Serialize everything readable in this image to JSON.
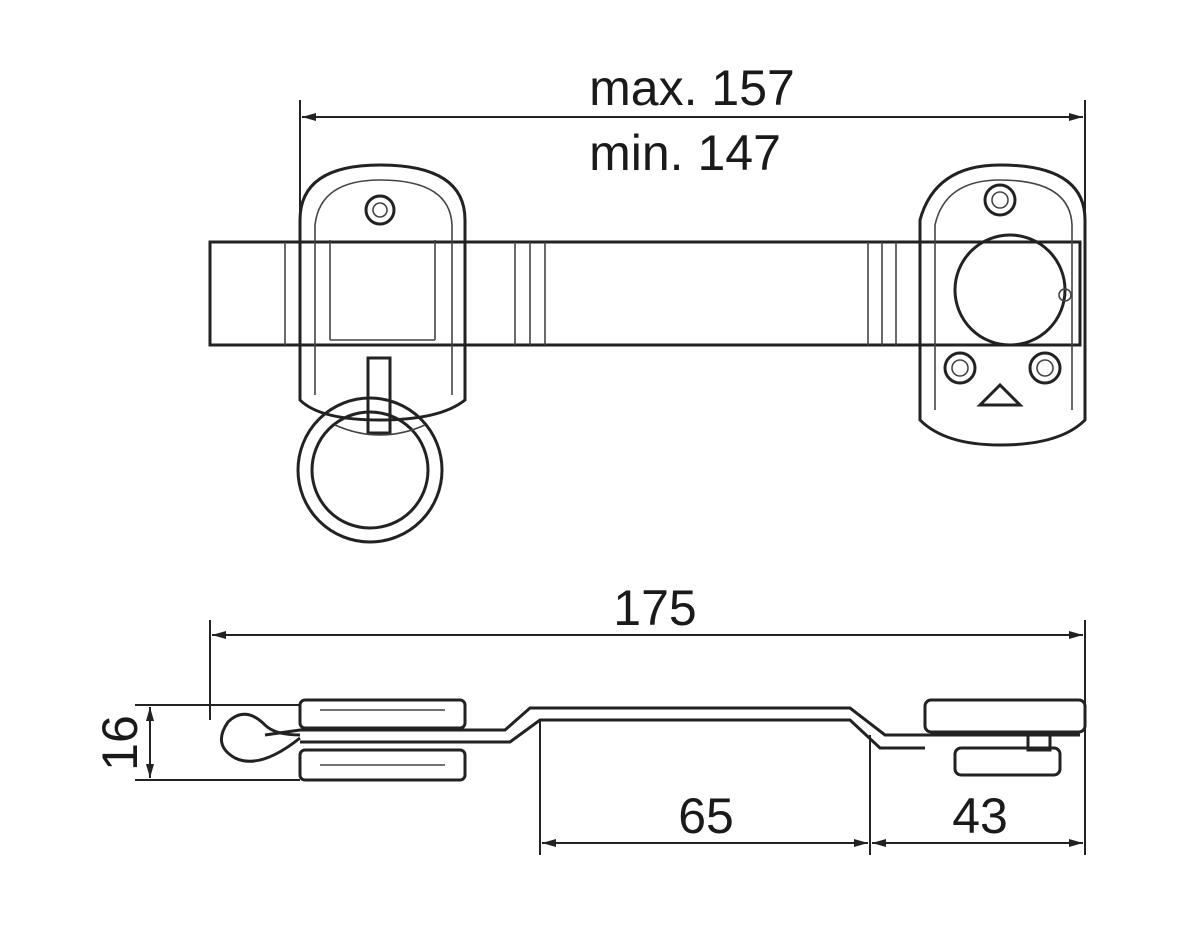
{
  "drawing": {
    "top_view": {
      "dimension_max": "max. 157",
      "dimension_min": "min. 147"
    },
    "side_view": {
      "overall_length": "175",
      "height": "16",
      "offset_length": "65",
      "end_length": "43"
    },
    "line_color": "#222222"
  }
}
